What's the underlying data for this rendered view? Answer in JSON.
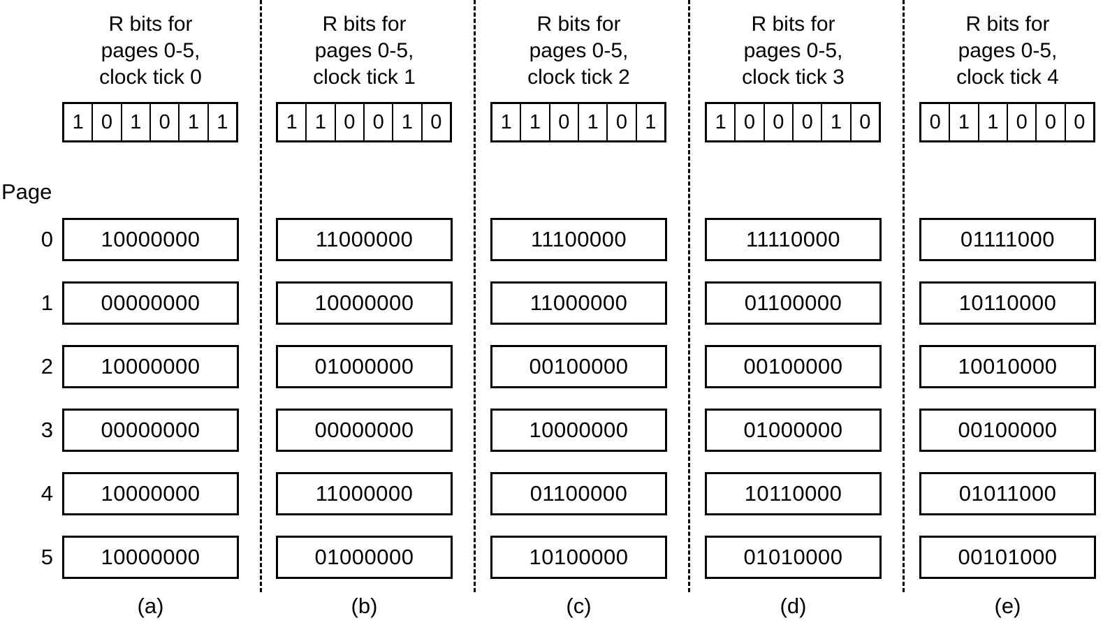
{
  "figure": {
    "page_axis_label": "Page",
    "row_labels": [
      "0",
      "1",
      "2",
      "3",
      "4",
      "5"
    ],
    "header_template_lines": [
      "R bits for",
      "pages 0-5,",
      "clock tick "
    ],
    "ink_color": "#000000",
    "background_color": "#ffffff"
  },
  "columns": [
    {
      "caption": "(a)",
      "clock_tick": "0",
      "header": "R bits for\npages 0-5,\nclock tick 0",
      "r_bits": [
        "1",
        "0",
        "1",
        "0",
        "1",
        "1"
      ],
      "counters": [
        "10000000",
        "00000000",
        "10000000",
        "00000000",
        "10000000",
        "10000000"
      ]
    },
    {
      "caption": "(b)",
      "clock_tick": "1",
      "header": "R bits for\npages 0-5,\nclock tick 1",
      "r_bits": [
        "1",
        "1",
        "0",
        "0",
        "1",
        "0"
      ],
      "counters": [
        "11000000",
        "10000000",
        "01000000",
        "00000000",
        "11000000",
        "01000000"
      ]
    },
    {
      "caption": "(c)",
      "clock_tick": "2",
      "header": "R bits for\npages 0-5,\nclock tick 2",
      "r_bits": [
        "1",
        "1",
        "0",
        "1",
        "0",
        "1"
      ],
      "counters": [
        "11100000",
        "11000000",
        "00100000",
        "10000000",
        "01100000",
        "10100000"
      ]
    },
    {
      "caption": "(d)",
      "clock_tick": "3",
      "header": "R bits for\npages 0-5,\nclock tick 3",
      "r_bits": [
        "1",
        "0",
        "0",
        "0",
        "1",
        "0"
      ],
      "counters": [
        "11110000",
        "01100000",
        "00100000",
        "01000000",
        "10110000",
        "01010000"
      ]
    },
    {
      "caption": "(e)",
      "clock_tick": "4",
      "header": "R bits for\npages 0-5,\nclock tick 4",
      "r_bits": [
        "0",
        "1",
        "1",
        "0",
        "0",
        "0"
      ],
      "counters": [
        "01111000",
        "10110000",
        "10010000",
        "00100000",
        "01011000",
        "00101000"
      ]
    }
  ]
}
